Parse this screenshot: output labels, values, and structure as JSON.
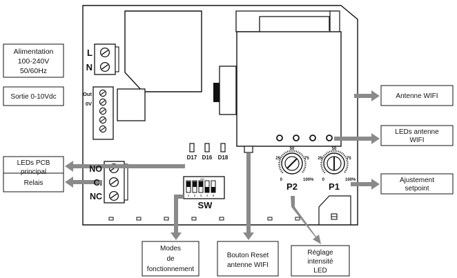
{
  "left_callouts": {
    "power": [
      "Alimentation",
      "100-240V",
      "50/60Hz"
    ],
    "output": [
      "Sortie 0-10Vdc"
    ],
    "leds_pcb": [
      "LEDs PCB",
      "principal"
    ],
    "relay": [
      "Relais"
    ]
  },
  "right_callouts": {
    "antenna": [
      "Antenne WIFI"
    ],
    "leds_antenna": [
      "LEDs antenne",
      "WIFI"
    ],
    "setpoint": [
      "Ajustement",
      "setpoint"
    ]
  },
  "bottom_callouts": {
    "modes": [
      "Modes",
      "de",
      "fonctionnement"
    ],
    "reset": [
      "Bouton Reset",
      "antenne WIFI"
    ],
    "led_intensity": [
      "Réglage",
      "intensité",
      "LED"
    ]
  },
  "terminals": {
    "power": [
      "L",
      "N"
    ],
    "output": [
      "Out",
      "0V"
    ],
    "relay": [
      "NO",
      "C.",
      "NC"
    ]
  },
  "leds": [
    "D17",
    "D16",
    "D18"
  ],
  "dip_switch": {
    "label": "SW",
    "on_label": "ON",
    "numbers": [
      "1",
      "2",
      "3",
      "4",
      "5"
    ]
  },
  "potentiometers": [
    {
      "name": "P2",
      "scale": [
        "0",
        "25",
        "50",
        "75",
        "100%"
      ]
    },
    {
      "name": "P1",
      "scale": [
        "0",
        "25",
        "50",
        "75",
        "100%"
      ]
    }
  ]
}
